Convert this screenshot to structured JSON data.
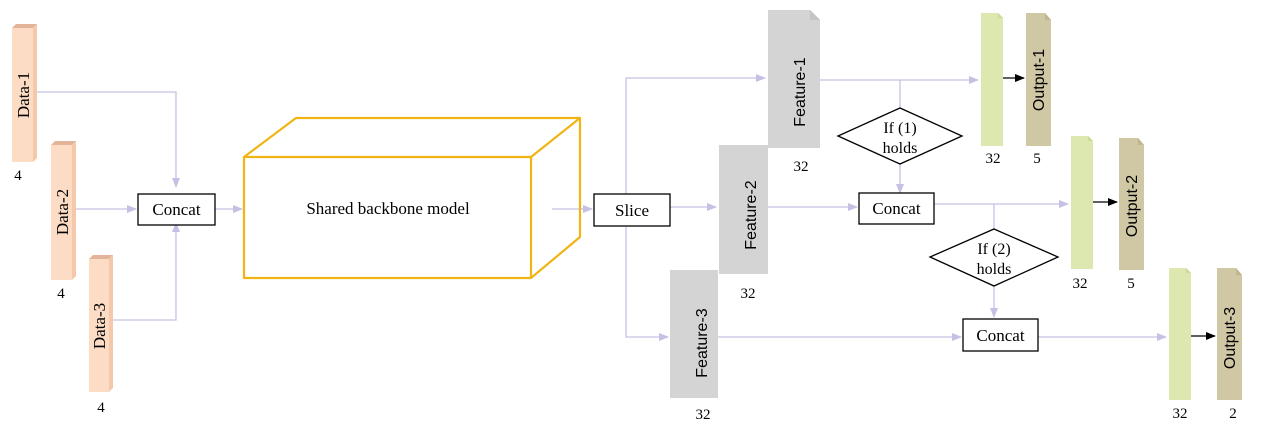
{
  "colors": {
    "connector": "#c8c0e4",
    "data_front": "#fcdcc4",
    "data_side": "#f4c8a8",
    "data_top": "#e4b498",
    "feature_front": "#d4d4d4",
    "feature_side": "#c4c4c4",
    "feature_top": "#a8a8a8",
    "green_front": "#dce8b0",
    "green_side": "#cbdc98",
    "green_top": "#b4c488",
    "output_front": "#d0c8a4",
    "output_side": "#c0b88c",
    "output_top": "#a8a078",
    "backbone_outline": "#f0b414",
    "arrow": "#000000"
  },
  "inputs": [
    {
      "label": "Data-1",
      "size": "4"
    },
    {
      "label": "Data-2",
      "size": "4"
    },
    {
      "label": "Data-3",
      "size": "4"
    }
  ],
  "concat_label": "Concat",
  "backbone_label": "Shared backbone model",
  "slice_label": "Slice",
  "features": [
    {
      "label": "Feature-1",
      "size": "32"
    },
    {
      "label": "Feature-2",
      "size": "32"
    },
    {
      "label": "Feature-3",
      "size": "32"
    }
  ],
  "conditions": [
    {
      "line1": "If (1)",
      "line2": "holds"
    },
    {
      "line1": "If (2)",
      "line2": "holds"
    }
  ],
  "head_concats": [
    "Concat",
    "Concat"
  ],
  "heads": [
    {
      "hidden_size": "32",
      "output_label": "Output-1",
      "output_size": "5"
    },
    {
      "hidden_size": "32",
      "output_label": "Output-2",
      "output_size": "5"
    },
    {
      "hidden_size": "32",
      "output_label": "Output-3",
      "output_size": "2"
    }
  ]
}
